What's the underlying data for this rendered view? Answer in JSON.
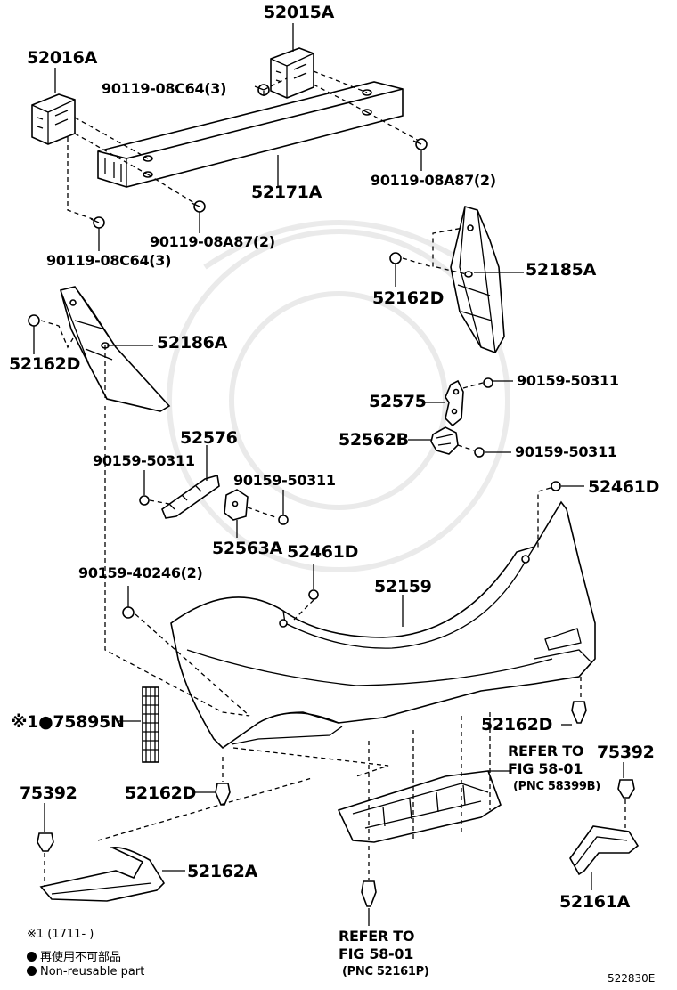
{
  "labels": {
    "p52015A": "52015A",
    "p52016A": "52016A",
    "p90119_08C64_top": "90119-08C64(3)",
    "p52171A": "52171A",
    "p90119_08A87_right": "90119-08A87(2)",
    "p90119_08A87_mid": "90119-08A87(2)",
    "p90119_08C64_left": "90119-08C64(3)",
    "p52162D_r": "52162D",
    "p52185A": "52185A",
    "p52162D_l": "52162D",
    "p52186A": "52186A",
    "p52575": "52575",
    "p90159_50311_a": "90159-50311",
    "p52562B": "52562B",
    "p90159_50311_b": "90159-50311",
    "p52576": "52576",
    "p90159_50311_c": "90159-50311",
    "p90159_50311_d": "90159-50311",
    "p52461D_r": "52461D",
    "p52563A": "52563A",
    "p52461D_m": "52461D",
    "p90159_40246": "90159-40246(2)",
    "p52159": "52159",
    "p75895N": "※1●75895N",
    "p52162D_br": "52162D",
    "p52162D_bl": "52162D",
    "refer_top_1": "REFER TO",
    "refer_top_2": "FIG 58-01",
    "refer_top_3": "(PNC 58399B)",
    "p75392_r": "75392",
    "p75392_l": "75392",
    "p52162A": "52162A",
    "p52161A": "52161A",
    "refer_bot_1": "REFER TO",
    "refer_bot_2": "FIG 58-01",
    "refer_bot_3": "(PNC 52161P)"
  },
  "legend": {
    "footnote": "※1 (1711-      )",
    "nonreusable_jp": "再使用不可部品",
    "nonreusable_en": "Non-reusable part"
  },
  "diagram_code": "522830E"
}
